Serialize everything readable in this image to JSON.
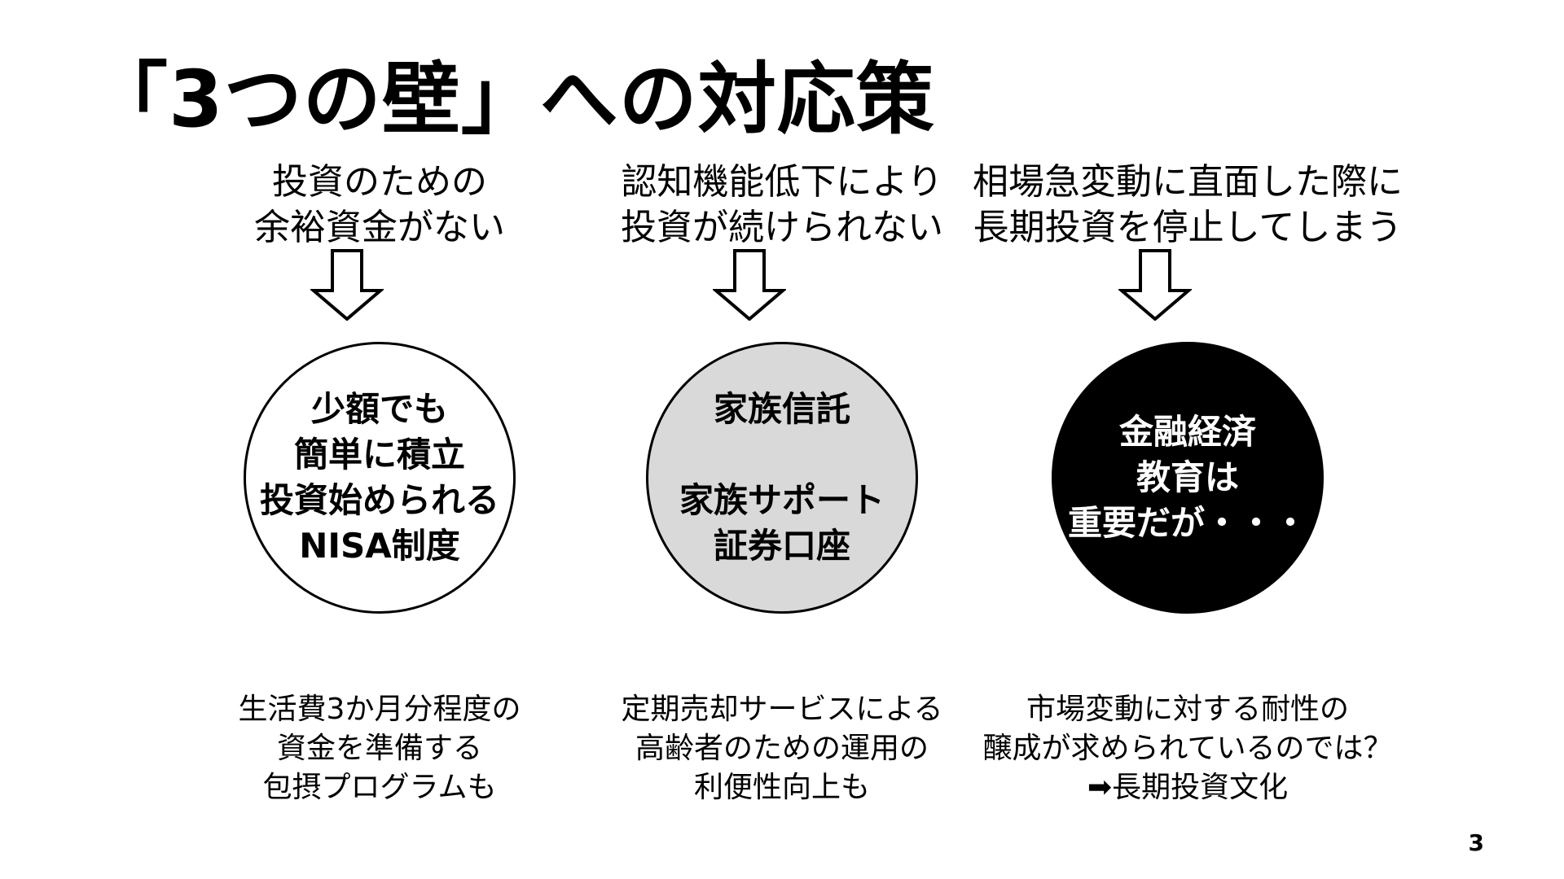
{
  "slide": {
    "title": "「3つの壁」への対応策",
    "page_number": "3"
  },
  "columns": [
    {
      "problem_lines": [
        "投資のための",
        "余裕資金がない"
      ],
      "circle_lines": [
        "少額でも",
        "簡単に積立",
        "投資始められる",
        "NISA制度"
      ],
      "footer_lines": [
        "生活費3か月分程度の",
        "資金を準備する",
        "包摂プログラムも"
      ],
      "circle_fill": "#ffffff"
    },
    {
      "problem_lines": [
        "認知機能低下により",
        "投資が続けられない"
      ],
      "circle_lines": [
        "家族信託",
        "",
        "家族サポート",
        "証券口座"
      ],
      "footer_lines": [
        "定期売却サービスによる",
        "高齢者のための運用の",
        "利便性向上も"
      ],
      "circle_fill": "#d9d9d9"
    },
    {
      "problem_lines": [
        "相場急変動に直面した際に",
        "長期投資を停止してしまう"
      ],
      "circle_lines": [
        "金融経済",
        "教育は",
        "重要だが・・・"
      ],
      "footer_lines": [
        "市場変動に対する耐性の",
        "醸成が求められているのでは？",
        "➡長期投資文化"
      ],
      "circle_fill": "#000000"
    }
  ]
}
